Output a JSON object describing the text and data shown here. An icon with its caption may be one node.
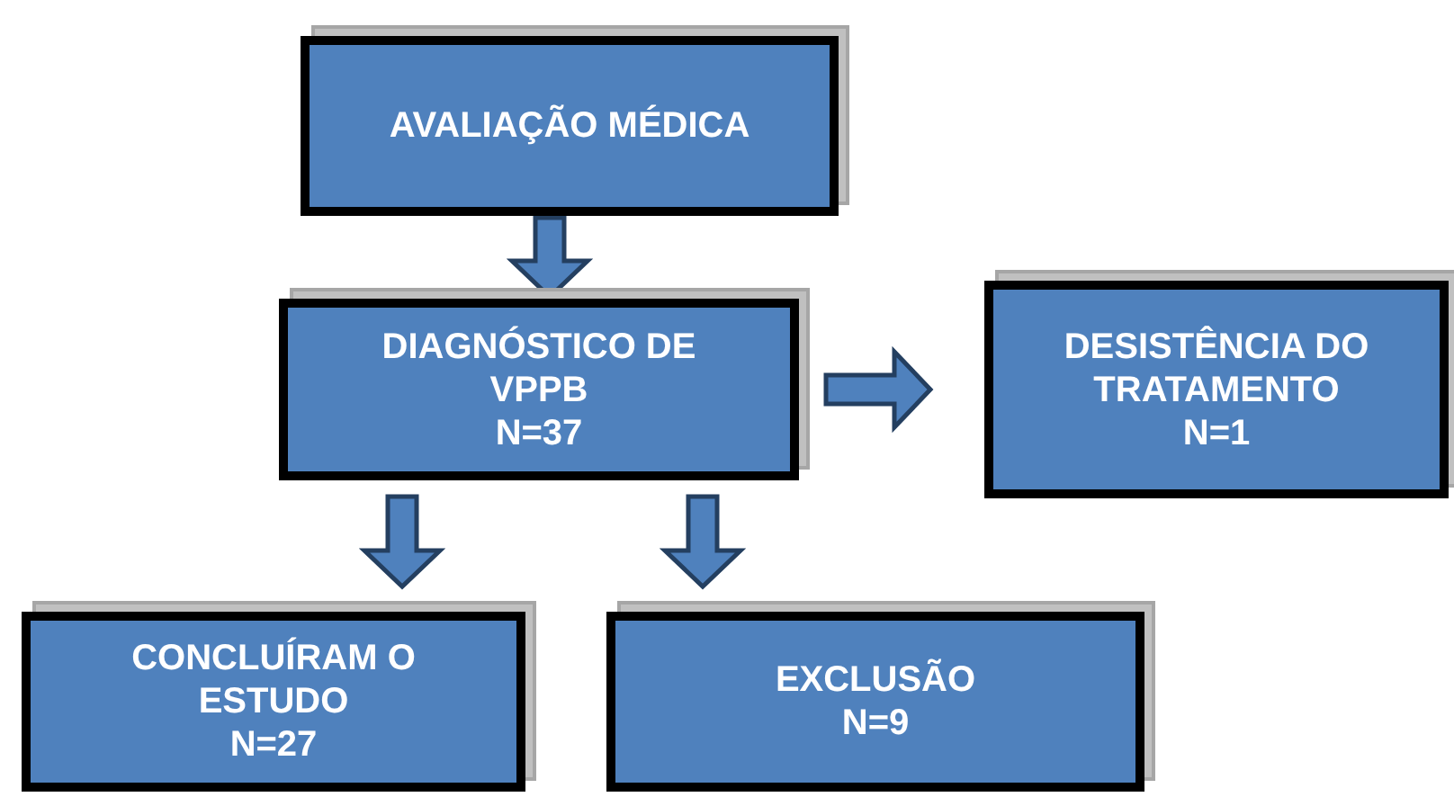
{
  "diagram": {
    "nodes": [
      {
        "text": [
          "AVALIAÇÃO MÉDICA"
        ]
      },
      {
        "text": [
          "DIAGNÓSTICO DE VPPB",
          "N=37"
        ]
      },
      {
        "text": [
          "DESISTÊNCIA DO TRATAMENTO",
          "N=1"
        ]
      },
      {
        "text": [
          "CONCLUÍRAM O ESTUDO",
          "N=27"
        ]
      },
      {
        "text": [
          "EXCLUSÃO",
          "N=9"
        ]
      }
    ],
    "edges": [
      {
        "from": 0,
        "to": 1,
        "arrow": "to"
      },
      {
        "from": 1,
        "to": 2,
        "arrow": "to"
      },
      {
        "from": 1,
        "to": 3,
        "arrow": "to"
      },
      {
        "from": 1,
        "to": 4,
        "arrow": "to"
      }
    ]
  }
}
